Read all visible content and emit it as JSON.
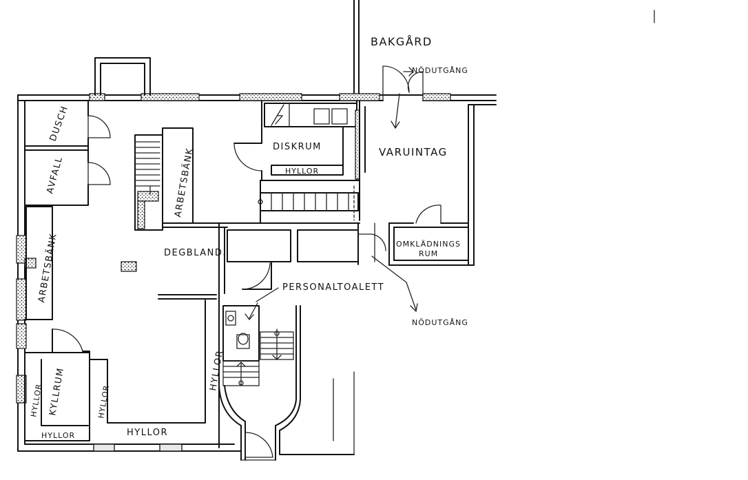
{
  "labels": {
    "bakgard": "BAKGÅRD",
    "nodutgang_top": "NÖDUTGÅNG",
    "nodutgang_right": "NÖDUTGÅNG",
    "dusch": "DUSCH",
    "avfall": "AVFALL",
    "arbetsbank_left": "ARBETSBÄNK",
    "arbetsbank_center": "ARBETSBÄNK",
    "diskrum": "DISKRUM",
    "hyllor_disk": "HYLLOR",
    "varuintag": "VARUINTAG",
    "omkladnings": "OMKLÄDNINGS",
    "rum": "RUM",
    "degbland": "DEGBLAND.",
    "personaltoalett": "PERSONALTOALETT",
    "hyllor_center": "HYLLOR",
    "kyllrum": "KYLLRUM",
    "hyllor_kyl_left": "HYLLOR",
    "hyllor_kyl_right": "HYLLOR",
    "hyllor_kyl_bottom": "HYLLOR",
    "hyllor_bottom": "HYLLOR"
  }
}
